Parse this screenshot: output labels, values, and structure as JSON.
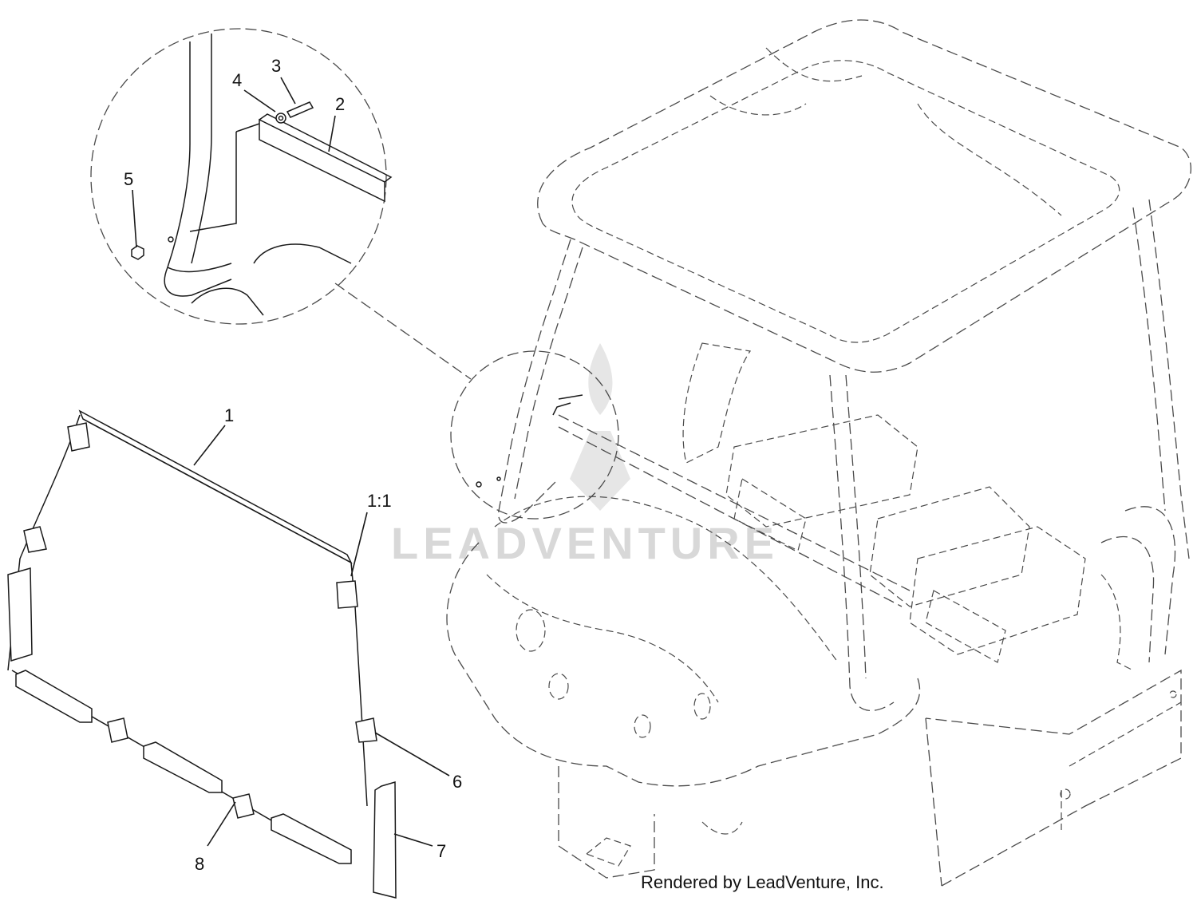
{
  "callouts": {
    "c1": "1",
    "c1_1": "1:1",
    "c2": "2",
    "c3": "3",
    "c4": "4",
    "c5": "5",
    "c6": "6",
    "c7": "7",
    "c8": "8"
  },
  "watermark": "LEADVENTURE",
  "credit": "Rendered by LeadVenture, Inc."
}
